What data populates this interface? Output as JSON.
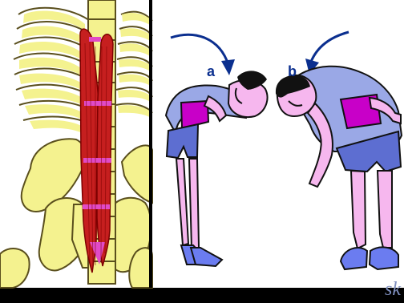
{
  "figure": {
    "labels": {
      "a": "a",
      "b": "b"
    },
    "watermark": "sk",
    "colors": {
      "background": "#000000",
      "panel": "#ffffff",
      "bone": "#f4f28f",
      "bone_outline": "#5a4f1d",
      "muscle": "#c61f1f",
      "muscle_segment": "#e14ac7",
      "shirt": "#9aa8e6",
      "shorts": "#5d6ed1",
      "skin": "#f6b7ee",
      "highlight": "#c800c8",
      "hair": "#111111",
      "shoe": "#6b7cf0",
      "arrow": "#0b2f8f"
    }
  }
}
